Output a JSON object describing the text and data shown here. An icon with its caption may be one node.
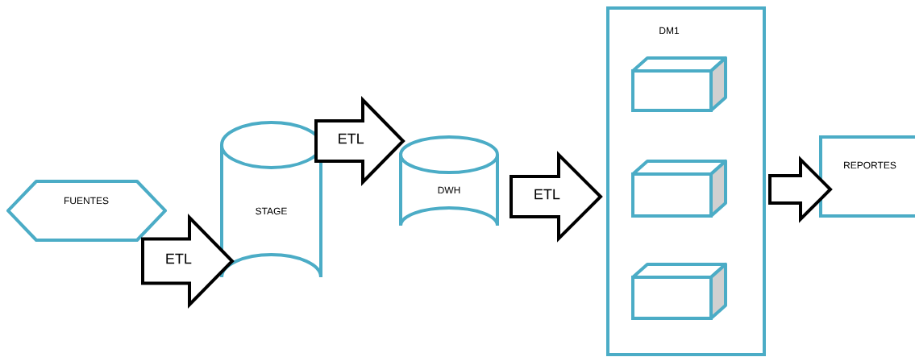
{
  "diagram": {
    "nodes": [
      {
        "text": [
          "FUENTES"
        ]
      },
      {
        "text": [
          "STAGE"
        ]
      },
      {
        "text": [
          "DWH"
        ]
      },
      {
        "text": [
          "DM1"
        ]
      },
      {
        "text": [],
        "shape": "box",
        "in": 3
      },
      {
        "text": [],
        "shape": "box",
        "in": 3
      },
      {
        "text": [],
        "shape": "box",
        "in": 3
      },
      {
        "text": [
          "REPORTES"
        ]
      }
    ],
    "edges": [
      {
        "from": 0,
        "to": 1,
        "arrow": "to",
        "label": "ETL"
      },
      {
        "from": 1,
        "to": 2,
        "arrow": "to",
        "label": "ETL"
      },
      {
        "from": 2,
        "to": 3,
        "arrow": "to",
        "label": "ETL"
      },
      {
        "from": 3,
        "to": 7,
        "arrow": "to"
      }
    ]
  }
}
